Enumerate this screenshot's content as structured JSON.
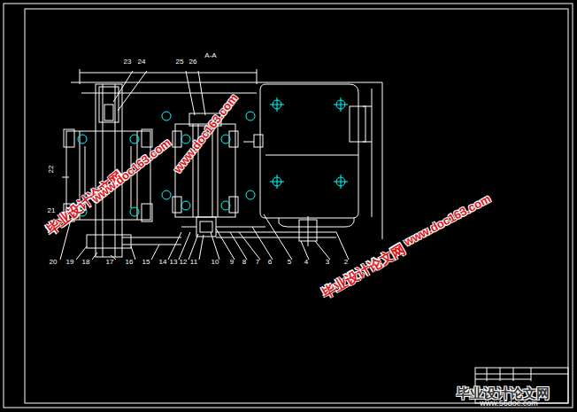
{
  "diagram": {
    "labels": [
      "23",
      "24",
      "25",
      "26",
      "A-A",
      "22",
      "21",
      "20",
      "19",
      "18",
      "17",
      "16",
      "15",
      "14",
      "13",
      "12",
      "11",
      "10",
      "9",
      "8",
      "7",
      "6",
      "5",
      "4",
      "3",
      "2",
      "www.doc163.com",
      "毕业设计论文网",
      "www.doc163.com",
      "毕业设计论文网",
      "www.doc163.com",
      "毕业设计论文网",
      "www.56doc.com"
    ]
  }
}
